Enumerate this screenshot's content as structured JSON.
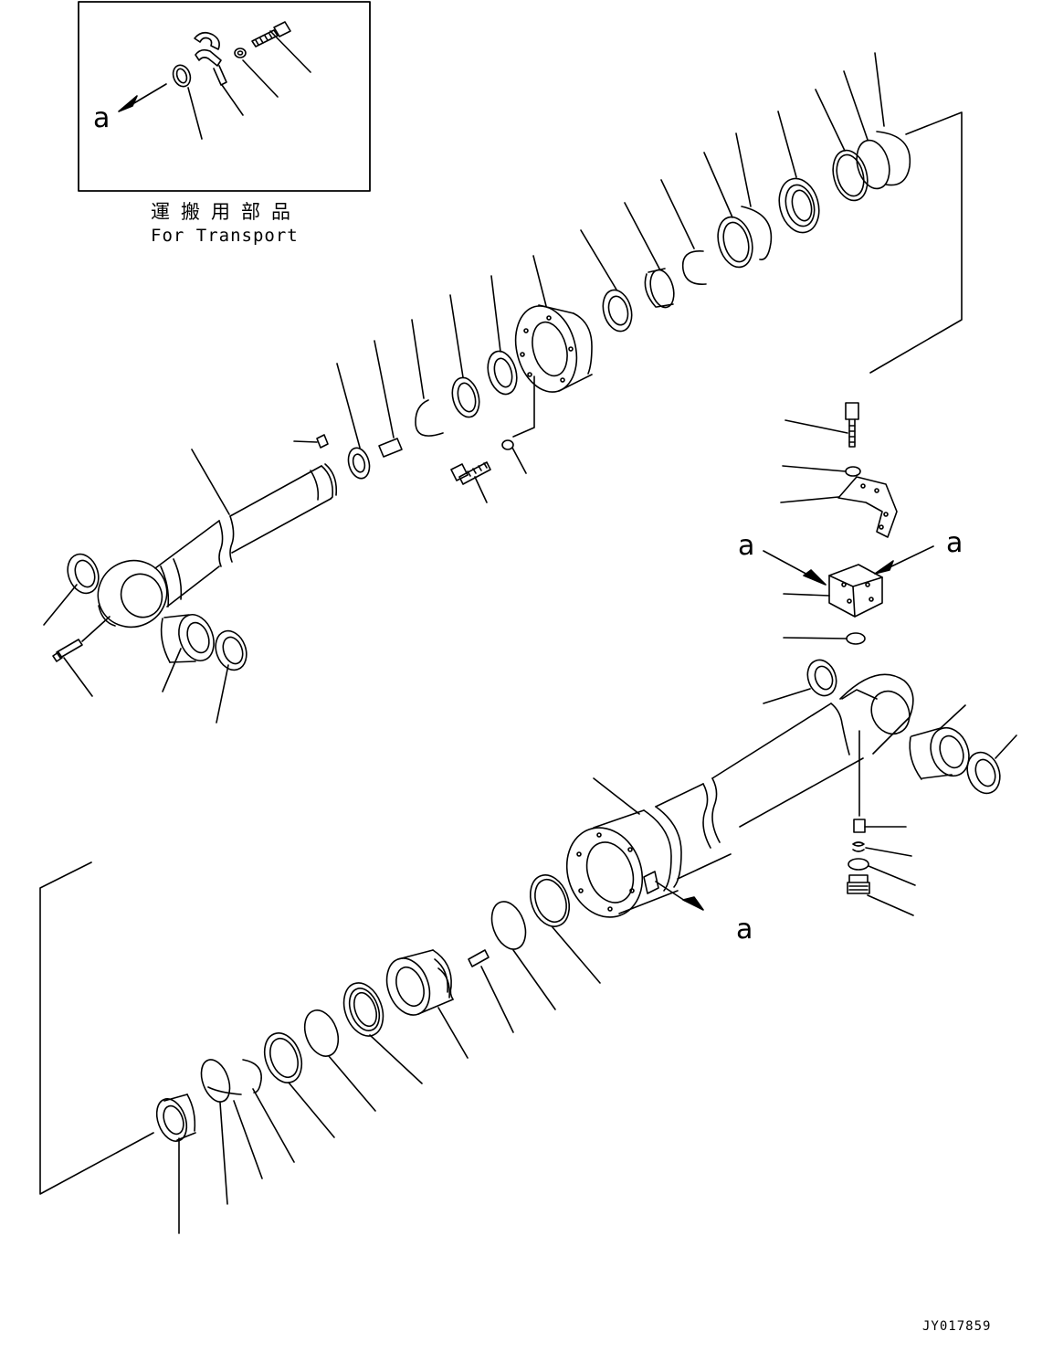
{
  "inset": {
    "title_ja": "運搬用部品",
    "title_en": "For Transport",
    "ref_label": "a"
  },
  "view_labels": {
    "a_head_left": "a",
    "a_head_right": "a",
    "a_tube": "a"
  },
  "drawing_code": "JY017859",
  "colors": {
    "line": "#000000",
    "background": "#ffffff"
  }
}
